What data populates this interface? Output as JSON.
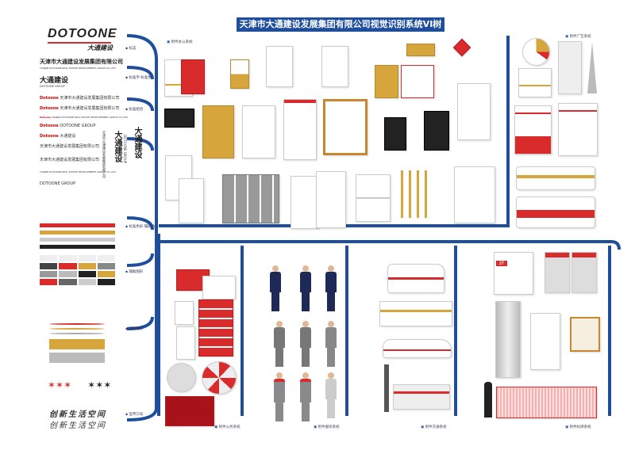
{
  "title": "天津市大通建设发展集团有限公司视觉识别系统VI树",
  "brand": {
    "logo_en": "DOTOONE",
    "logo_cn": "大通建设",
    "company_cn": "天津市大通建设发展集团有限公司",
    "company_en": "TIANJIN DOTOONE REAL ESTATE DEVELOPMENT GROUP CO.,LTD.",
    "short_cn": "大通建设",
    "short_en": "DOTOONE GROUP",
    "slogan_1": "创新生活空间",
    "slogan_2": "创新生活空间"
  },
  "combos": [
    "天津市大通建设发展集团有限公司",
    "天津市大通建设发展集团有限公司",
    "TIANJIN DOTOONE REAL ESTATE DEVELOPMENT GROUP CO.,LTD.",
    "DOTOONE GROUP",
    "大通建设",
    "天津市大通建设发展集团有限公司",
    "天津市大通建设发展集团有限公司",
    "TIANJIN DOTOONE REAL ESTATE DEVELOPMENT GROUP CO.,LTD.",
    "DOTOONE GROUP"
  ],
  "vertical": {
    "cn_big": "大通建设",
    "cn_big_2": "大通建设",
    "company": "天津市大通建设发展集团有限公司",
    "group": "DOTOONE GROUP"
  },
  "branch_labels": [
    "标志",
    "标准字·标准色",
    "标准组合",
    "标准色彩·辅助色",
    "辅助图形",
    "辅助图形",
    "宣传口号"
  ],
  "sections": {
    "office": "附件办公系统",
    "advert": "附件广告系统",
    "affairs": "附件公务系统",
    "apparel": "附件服装系统",
    "transport": "附件交通系统",
    "signage": "附件标牌系统"
  },
  "signage_floor": "2F",
  "colors": {
    "blue": "#1f4e9c",
    "red": "#d92b2b",
    "gold": "#d6a53c",
    "grey": "#9a9a9a"
  }
}
